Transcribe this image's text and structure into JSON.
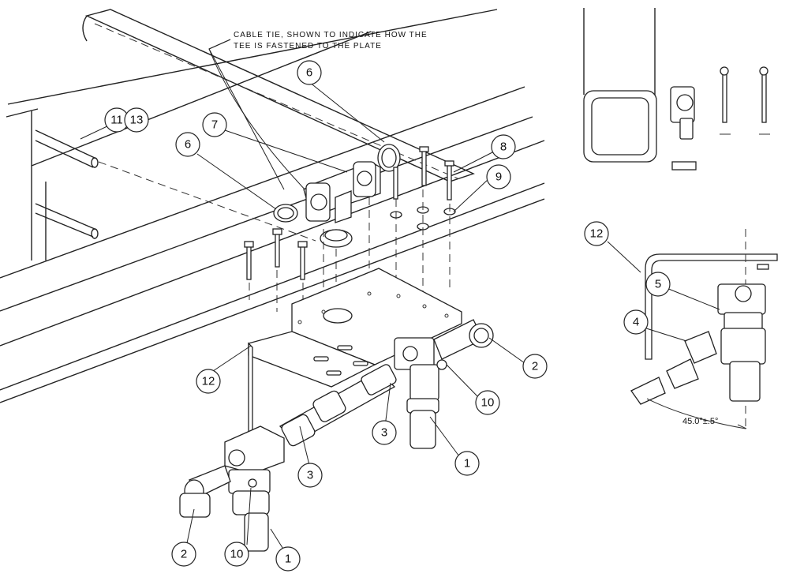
{
  "note": {
    "line1": "CABLE TIE, SHOWN TO INDICATE HOW THE",
    "line2": "TEE IS FASTENED TO THE PLATE"
  },
  "dimension": "45.0°±.5°",
  "callouts": {
    "c11": "11",
    "c13": "13",
    "c6a": "6",
    "c6b": "6",
    "c7": "7",
    "c8": "8",
    "c9": "9",
    "c12a": "12",
    "c2a": "2",
    "c10a": "10",
    "c3a": "3",
    "c1a": "1",
    "c3b": "3",
    "c2b": "2",
    "c10b": "10",
    "c1b": "1",
    "c12b": "12",
    "c5": "5",
    "c4": "4"
  }
}
